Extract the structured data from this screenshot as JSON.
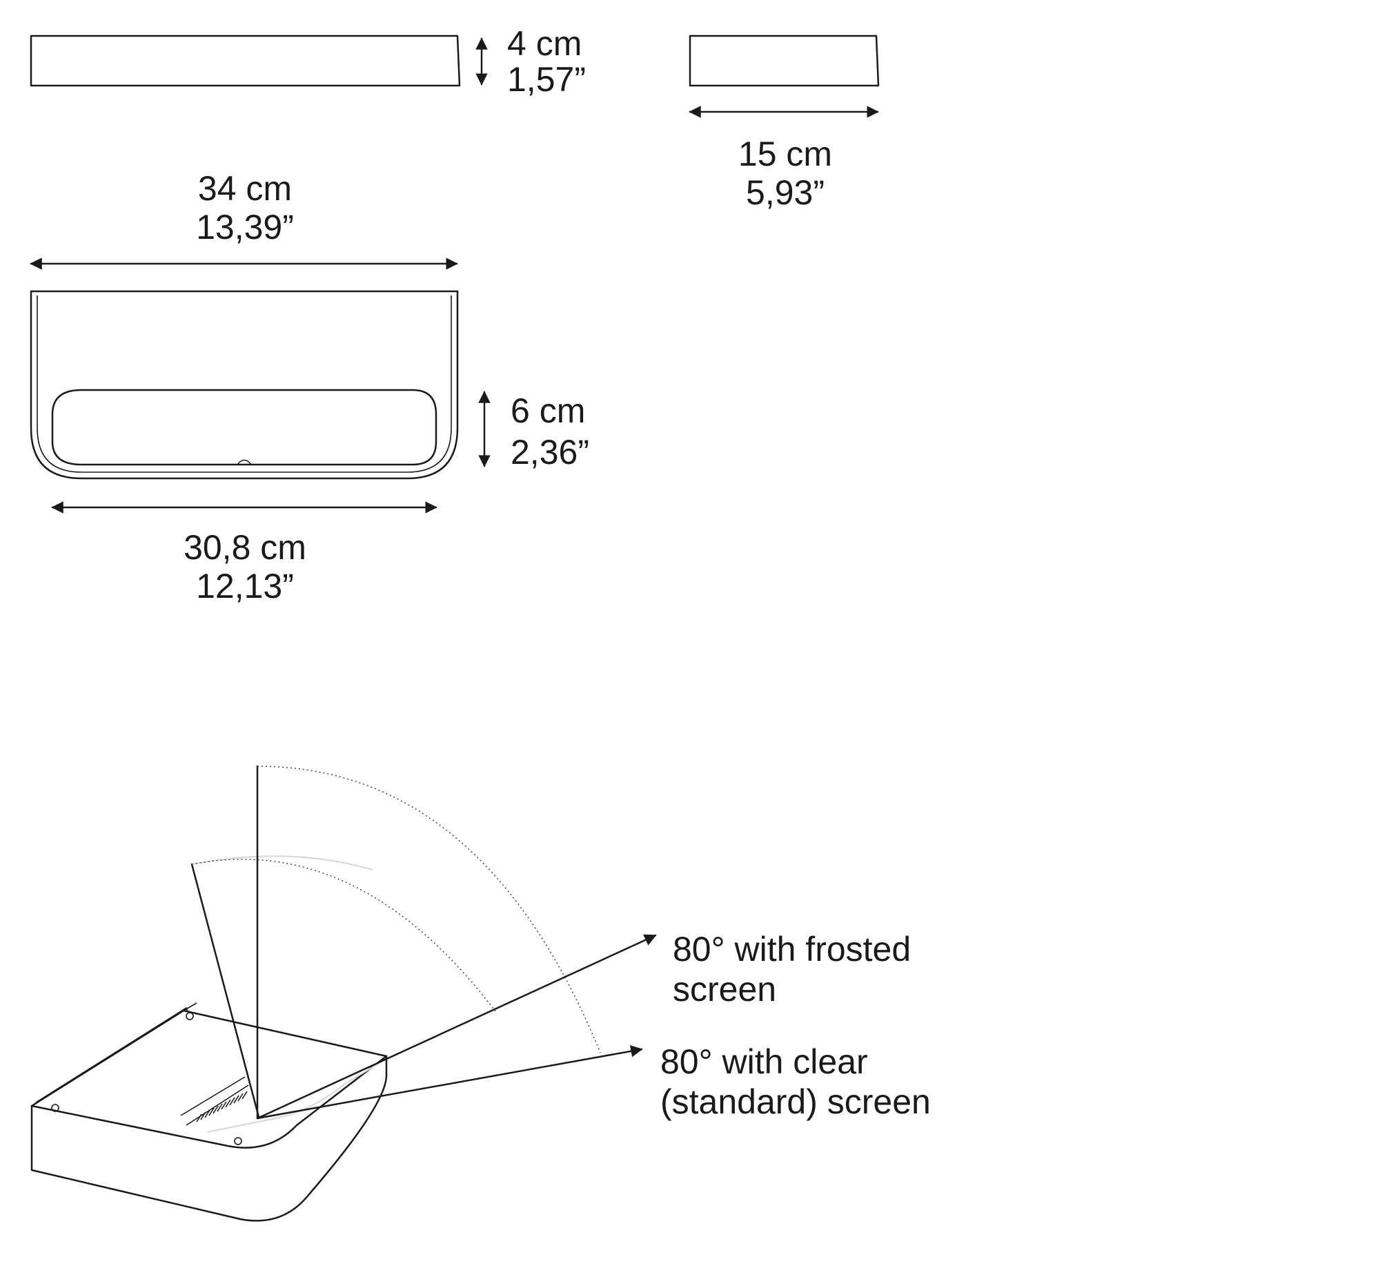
{
  "dimensions": {
    "height_profile": {
      "cm": "4 cm",
      "in": "1,57”"
    },
    "depth": {
      "cm": "15 cm",
      "in": "5,93”"
    },
    "width_outer": {
      "cm": "34 cm",
      "in": "13,39”"
    },
    "height_front": {
      "cm": "6 cm",
      "in": "2,36”"
    },
    "width_inner": {
      "cm": "30,8 cm",
      "in": "12,13”"
    }
  },
  "rotation_notes": {
    "frosted": {
      "line1": "80° with frosted",
      "line2": "screen"
    },
    "clear": {
      "line1": "80° with clear",
      "line2": "(standard) screen"
    }
  }
}
